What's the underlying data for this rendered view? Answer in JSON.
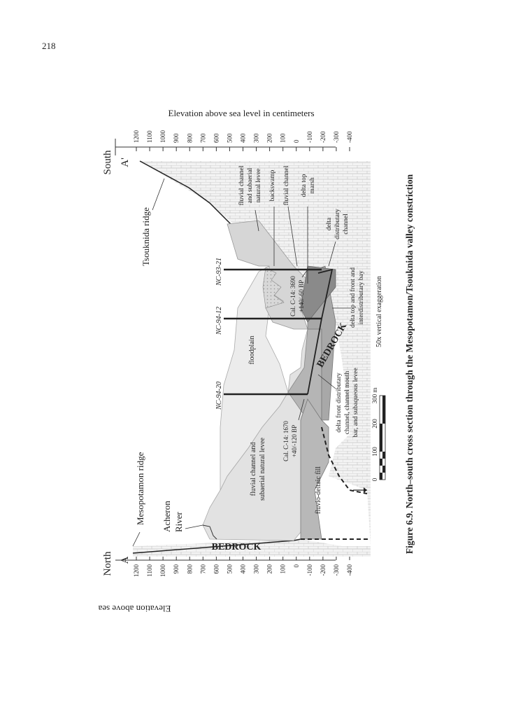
{
  "page": {
    "number": "218",
    "caption": "Figure 6.9. North–south cross section through the Mesopotamon/Tsouknida valley constriction"
  },
  "diagram": {
    "axis_title_right": "Elevation above sea level in centimeters",
    "axis_title_left": "Elevation above sea level in centimeters",
    "elevation_ticks": [
      "1200",
      "1100",
      "1000",
      "900",
      "800",
      "700",
      "600",
      "500",
      "400",
      "300",
      "200",
      "100",
      "0",
      "-100",
      "-200",
      "-300",
      "-400"
    ],
    "north_label": "North",
    "north_marker": "A",
    "south_label": "South",
    "south_marker": "A'",
    "labels": {
      "mesopotamon_ridge": "Mesopotamon ridge",
      "tsouknida_ridge": "Tsouknida ridge",
      "acheron_river_1": "Acheron",
      "acheron_river_2": "River",
      "bedrock_north": "BEDROCK",
      "bedrock_south": "BEDROCK",
      "fluvio_deltaic_fill": "fluvio-deltaic fill",
      "fluvial_levee_north_1": "fluvial channel and",
      "fluvial_levee_north_2": "subaerial natural levee",
      "floodplain": "floodplain",
      "delta_front_1": "delta front distributary",
      "delta_front_2": "channel, channel mouth",
      "delta_front_3": "bar, and subaqueous levee",
      "delta_top_bay_1": "delta top and front and",
      "delta_top_bay_2": "interdistributary bay",
      "delta_distributary_1": "delta",
      "delta_distributary_2": "distributary",
      "delta_distributary_3": "channel",
      "fluvial_levee_south_1": "fluvial channel",
      "fluvial_levee_south_2": "and subaerial",
      "fluvial_levee_south_3": "natural levee",
      "backswamp": "backswamp",
      "fluvial_channel": "fluvial channel",
      "delta_top_marsh_1": "delta top",
      "delta_top_marsh_2": "marsh",
      "vertical_exaggeration": "50x vertical exaggeration"
    },
    "cores": [
      {
        "id": "NC-94-20"
      },
      {
        "id": "NC-94-12"
      },
      {
        "id": "NC-93-21"
      }
    ],
    "dates": {
      "date1_line1": "Cal. C-14: 1670",
      "date1_line2": "+40/-120 BP",
      "date2_line1": "Cal. C-14: 3690",
      "date2_line2": "+140/-60 BP"
    },
    "scale": {
      "ticks": [
        "0",
        "100",
        "200",
        "300 m"
      ]
    }
  }
}
